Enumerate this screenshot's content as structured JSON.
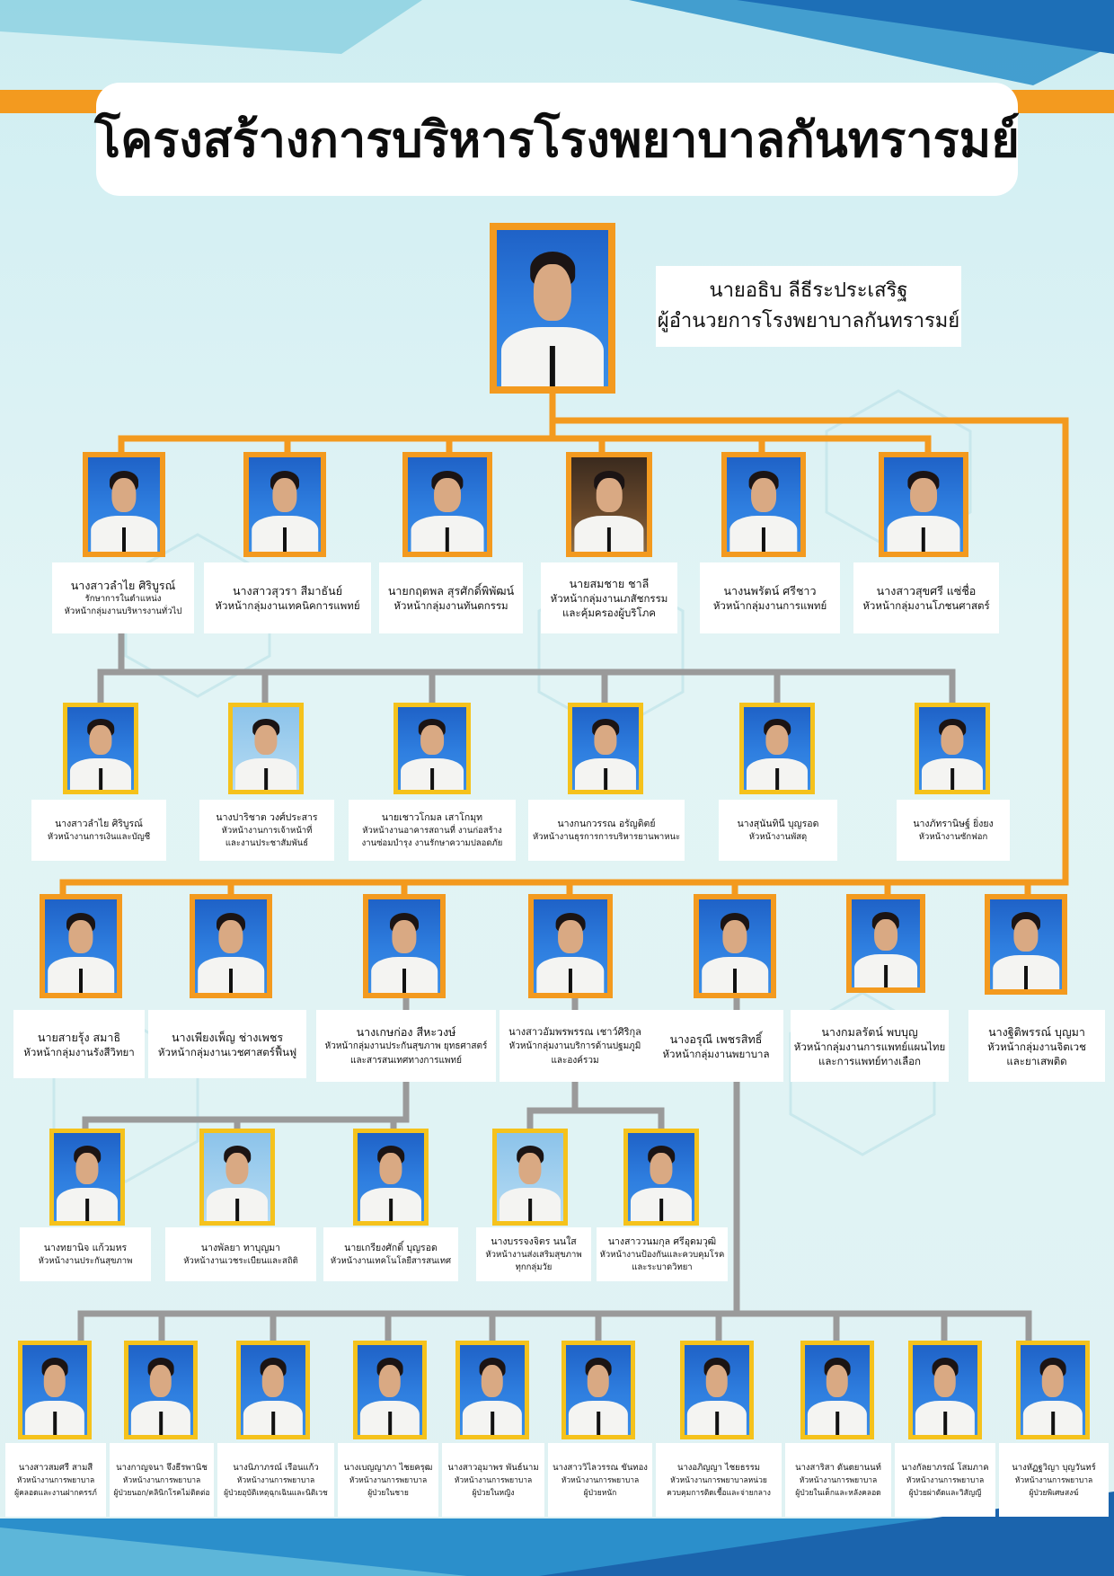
{
  "title": "โครงสร้างการบริหารโรงพยาบาลกันทรารมย์",
  "colors": {
    "orange": "#f39a1f",
    "gold": "#f5c21c",
    "gray": "#9a9a9a",
    "blue": "#1f62c7"
  },
  "director": {
    "name": "นายอธิบ ลีธีระประเสริฐ",
    "position": "ผู้อำนวยการโรงพยาบาลกันทรารมย์"
  },
  "row1": [
    {
      "name": "นางสาวลำไย ศิริบูรณ์",
      "position": "รักษาการในตำแหน่ง",
      "position2": "หัวหน้ากลุ่มงานบริหารงานทั่วไป"
    },
    {
      "name": "นางสาวสุวรา สีมาธันย์",
      "position": "หัวหน้ากลุ่มงานเทคนิคการแพทย์",
      "position2": ""
    },
    {
      "name": "นายกฤตพล สุรศักดิ์พิพัฒน์",
      "position": "หัวหน้ากลุ่มงานทันตกรรม",
      "position2": ""
    },
    {
      "name": "นายสมชาย ชาลี",
      "position": "หัวหน้ากลุ่มงานเภสัชกรรม",
      "position2": "และคุ้มครองผู้บริโภค"
    },
    {
      "name": "นางนพรัตน์ ศรีชาว",
      "position": "หัวหน้ากลุ่มงานการแพทย์",
      "position2": ""
    },
    {
      "name": "นางสาวสุขศรี แซ่ชื่อ",
      "position": "หัวหน้ากลุ่มงานโภชนศาสตร์",
      "position2": ""
    }
  ],
  "row2": [
    {
      "name": "นางสาวลำไย ศิริบูรณ์",
      "position": "หัวหน้างานการเงินและบัญชี",
      "position2": ""
    },
    {
      "name": "นางปาริชาต วงศ์ประสาร",
      "position": "หัวหน้างานการเจ้าหน้าที่",
      "position2": "และงานประชาสัมพันธ์"
    },
    {
      "name": "นายเชาวโกมล เสาโกมุท",
      "position": "หัวหน้างานอาคารสถานที่ งานก่อสร้าง",
      "position2": "งานซ่อมบำรุง งานรักษาความปลอดภัย"
    },
    {
      "name": "นางกนกวรรณ อรัญดิตย์",
      "position": "หัวหน้างานธุรการการบริหารยานพาหนะ",
      "position2": ""
    },
    {
      "name": "นางสุนันทินี บุญรอด",
      "position": "หัวหน้างานพัสดุ",
      "position2": ""
    },
    {
      "name": "นางภัทรานิษฐ์ ยิ่งยง",
      "position": "หัวหน้างานซักฟอก",
      "position2": ""
    }
  ],
  "row3": [
    {
      "name": "นายสายรุ้ง สมาธิ",
      "position": "หัวหน้ากลุ่มงานรังสีวิทยา",
      "position2": ""
    },
    {
      "name": "นางเพียงเพ็ญ ช่างเพชร",
      "position": "หัวหน้ากลุ่มงานเวชศาสตร์ฟื้นฟู",
      "position2": ""
    },
    {
      "name": "นางเกษก่อง สีหะวงษ์",
      "position": "หัวหน้ากลุ่มงานประกันสุขภาพ ยุทธศาสตร์",
      "position2": "และสารสนเทศทางการแพทย์"
    },
    {
      "name": "นางสาวอัมพรพรรณ เชาว์ศิริกุล",
      "position": "หัวหน้ากลุ่มงานบริการด้านปฐมภูมิ",
      "position2": "และองค์รวม"
    },
    {
      "name": "นางอรุณี เพชรสิทธิ์",
      "position": "หัวหน้ากลุ่มงานพยาบาล",
      "position2": ""
    },
    {
      "name": "นางกมลรัตน์ พบบุญ",
      "position": "หัวหน้ากลุ่มงานการแพทย์แผนไทย",
      "position2": "และการแพทย์ทางเลือก"
    },
    {
      "name": "นางฐิติพรรณ์ บุญมา",
      "position": "หัวหน้ากลุ่มงานจิตเวช",
      "position2": "และยาเสพติด"
    }
  ],
  "row4": [
    {
      "name": "นางทยานิจ แก้วมหร",
      "position": "หัวหน้างานประกันสุขภาพ",
      "position2": ""
    },
    {
      "name": "นางพัลยา ทาบุญมา",
      "position": "หัวหน้างานเวชระเบียนและสถิติ",
      "position2": ""
    },
    {
      "name": "นายเกรียงศักดิ์ บุญรอด",
      "position": "หัวหน้างานเทคโนโลยีสารสนเทศ",
      "position2": ""
    },
    {
      "name": "นางบรรจงจิตร นนใส",
      "position": "หัวหน้างานส่งเสริมสุขภาพ",
      "position2": "ทุกกลุ่มวัย"
    },
    {
      "name": "นางสาววนมกุล ศรีอุดมวุฒิ",
      "position": "หัวหน้างานป้องกันและควบคุมโรค",
      "position2": "และระบาดวิทยา"
    }
  ],
  "row5": [
    {
      "name": "นางสาวสมศรี สามสี",
      "position": "หัวหน้างานการพยาบาล",
      "position2": "ผู้คลอดและงานฝากครรภ์"
    },
    {
      "name": "นางกาญจนา จึงธีรพานิช",
      "position": "หัวหน้างานการพยาบาล",
      "position2": "ผู้ป่วยนอก/คลินิกโรคไม่ติดต่อ"
    },
    {
      "name": "นางนิภาภรณ์ เรือนแก้ว",
      "position": "หัวหน้างานการพยาบาล",
      "position2": "ผู้ป่วยอุบัติเหตุฉุกเฉินและนิติเวช"
    },
    {
      "name": "นางเบญญาภา ไชยครุฒ",
      "position": "หัวหน้างานการพยาบาล",
      "position2": "ผู้ป่วยในชาย"
    },
    {
      "name": "นางสาวอุมาพร พันธ์นาม",
      "position": "หัวหน้างานการพยาบาล",
      "position2": "ผู้ป่วยในหญิง"
    },
    {
      "name": "นางสาววิไลวรรณ ขันทอง",
      "position": "หัวหน้างานการพยาบาล",
      "position2": "ผู้ป่วยหนัก"
    },
    {
      "name": "นางอภิญญา ไชยธรรม",
      "position": "หัวหน้างานการพยาบาลหน่วย",
      "position2": "ควบคุมการติดเชื้อและจ่ายกลาง"
    },
    {
      "name": "นางสาริสา ดันตยานนท์",
      "position": "หัวหน้างานการพยาบาล",
      "position2": "ผู้ป่วยในเด็กและหลังคลอด"
    },
    {
      "name": "นางกัลยาภรณ์ โสมภาค",
      "position": "หัวหน้างานการพยาบาล",
      "position2": "ผู้ป่วยผ่าตัดและวิสัญญี"
    },
    {
      "name": "นางหัฏฐวิญา บุญวันทร์",
      "position": "หัวหน้างานการพยาบาล",
      "position2": "ผู้ป่วยพิเศษสงฆ์"
    }
  ]
}
